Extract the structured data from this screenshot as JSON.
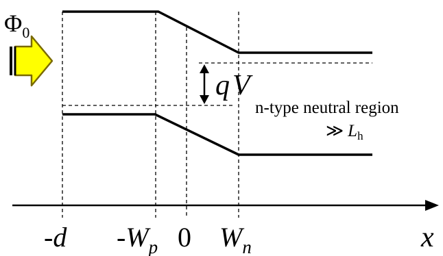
{
  "labels": {
    "phi": "Φ",
    "phi_sub": "0",
    "qv_q": "q",
    "qv_v": "V",
    "region": "n-type neutral region",
    "gg": "≫",
    "lh": "L",
    "lh_sub": "h",
    "x_axis": "x"
  },
  "ticks": {
    "neg_d_sign": "-",
    "neg_d": "d",
    "neg_wp_sign": "-",
    "neg_wp": "W",
    "neg_wp_sub": "p",
    "zero": "0",
    "wn": "W",
    "wn_sub": "n"
  },
  "colors": {
    "arrow_fill": "#ffff00",
    "arrow_stroke": "#7a6a00",
    "line": "#000000",
    "background": "#ffffff"
  },
  "icons": {
    "light_arrow": "yellow-block-arrow-icon"
  }
}
